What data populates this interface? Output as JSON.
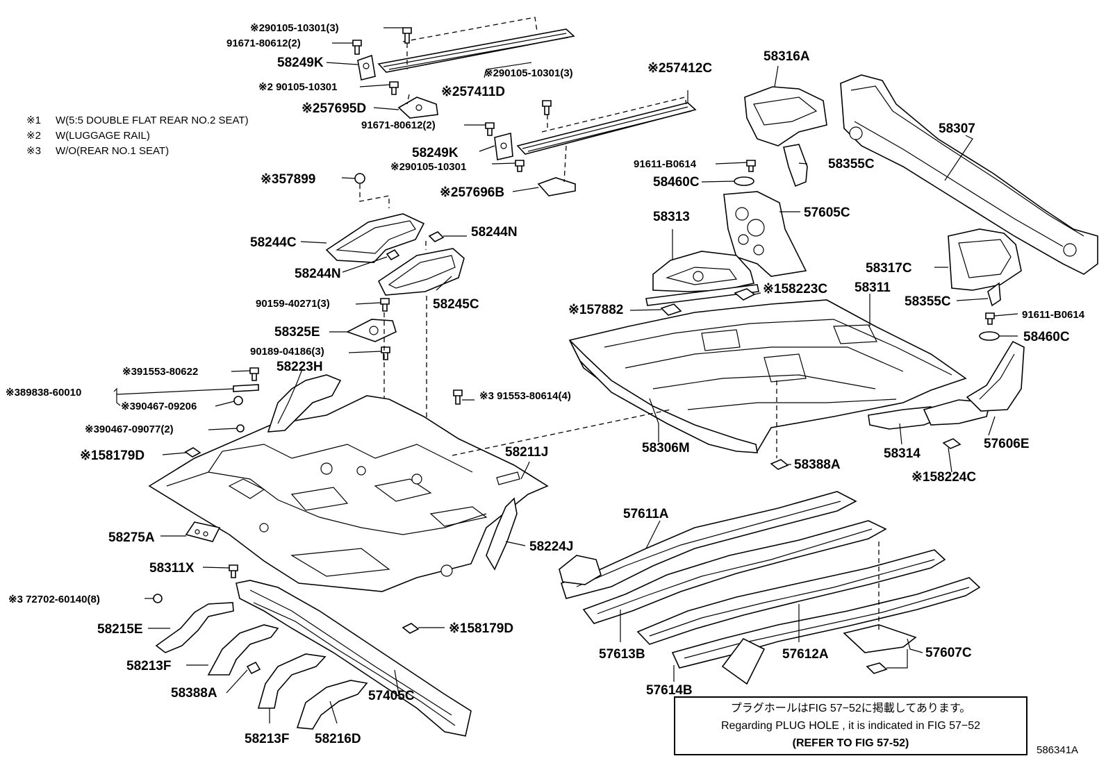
{
  "legend": [
    {
      "mark": "※1",
      "text": "W(5:5 DOUBLE FLAT REAR NO.2 SEAT)"
    },
    {
      "mark": "※2",
      "text": "W(LUGGAGE RAIL)"
    },
    {
      "mark": "※3",
      "text": "W/O(REAR NO.1 SEAT)"
    }
  ],
  "labels": {
    "p01": "※290105-10301(3)",
    "p02": "91671-80612(2)",
    "p03": "58249K",
    "p04": "※2 90105-10301",
    "p05": "※257411D",
    "p06": "※257695D",
    "p07": "※290105-10301(3)",
    "p08": "※257412C",
    "p09": "91671-80612(2)",
    "p10": "58249K",
    "p11": "※290105-10301",
    "p12": "※257696B",
    "p13": "※357899",
    "p14": "58316A",
    "p15": "58307",
    "p16": "91611-B0614",
    "p17": "58355C",
    "p18": "58460C",
    "p19": "58313",
    "p20": "57605C",
    "p21": "58244C",
    "p22": "58244N",
    "p23": "58244N",
    "p24": "58245C",
    "p25": "58317C",
    "p26": "※158223C",
    "p27": "58311",
    "p28": "58355C",
    "p29": "90159-40271(3)",
    "p30": "※157882",
    "p31": "91611-B0614",
    "p32": "58460C",
    "p33": "58325E",
    "p34": "90189-04186(3)",
    "p35": "※391553-80622",
    "p36": "58223H",
    "p37": "※389838-60010",
    "p38": "※390467-09206",
    "p39": "※3 91553-80614(4)",
    "p40": "※390467-09077(2)",
    "p41": "※158179D",
    "p42": "58211J",
    "p43": "58306M",
    "p44": "58314",
    "p45": "57606E",
    "p46": "58388A",
    "p47": "※158224C",
    "p48": "57611A",
    "p49": "58275A",
    "p50": "58224J",
    "p51": "58311X",
    "p52": "※3 72702-60140(8)",
    "p53": "※158179D",
    "p54": "58215E",
    "p55": "57613B",
    "p56": "57612A",
    "p57": "57607C",
    "p58": "58213F",
    "p59": "58388A",
    "p60": "57405C",
    "p61": "57614B",
    "p62": "58213F",
    "p63": "58216D"
  },
  "notice": {
    "line1": "プラグホールはFIG 57−52に掲載してあります。",
    "line2": "Regarding PLUG HOLE , it is indicated in FIG 57−52",
    "line3": "(REFER TO FIG 57-52)"
  },
  "figure_code": "586341A"
}
